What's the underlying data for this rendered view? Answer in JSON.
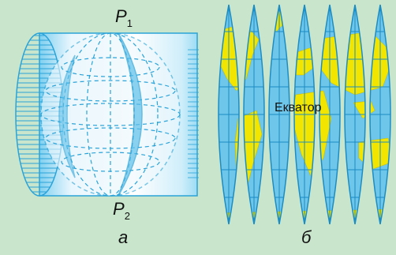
{
  "panel_a": {
    "pole_top": {
      "letter": "P",
      "index": "1"
    },
    "pole_bottom": {
      "letter": "P",
      "index": "2"
    },
    "caption": "а"
  },
  "panel_b": {
    "equator_label": "Екватор",
    "caption": "б"
  },
  "colors": {
    "background": "#c9e6cc",
    "line": "#2aa3d8",
    "ocean": "#6ec6ea",
    "land": "#f2e600"
  }
}
